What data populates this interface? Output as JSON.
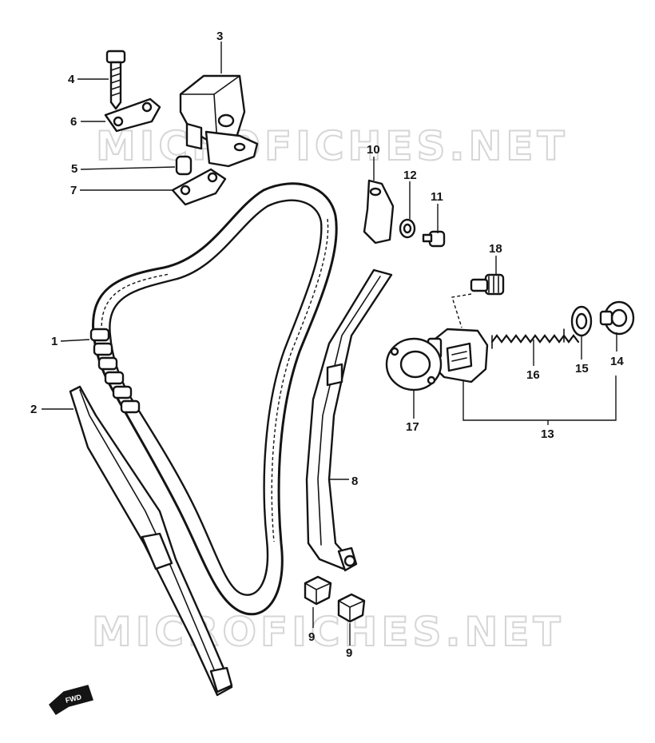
{
  "watermark": {
    "text": "MICROFICHES.NET"
  },
  "callouts": {
    "p1": "1",
    "p2": "2",
    "p3": "3",
    "p4": "4",
    "p5": "5",
    "p6": "6",
    "p7": "7",
    "p8": "8",
    "p9a": "9",
    "p9b": "9",
    "p10": "10",
    "p11": "11",
    "p12": "12",
    "p13": "13",
    "p14": "14",
    "p15": "15",
    "p16": "16",
    "p17": "17",
    "p18": "18"
  },
  "direction_arrow": {
    "label": "FWD"
  }
}
